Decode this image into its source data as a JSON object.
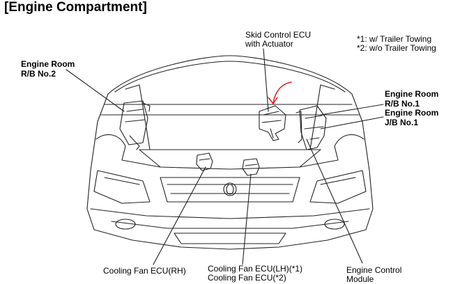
{
  "title": "[Engine Compartment]",
  "notes": {
    "note1": "*1: w/ Trailer Towing",
    "note2": "*2: w/o Trailer Towing"
  },
  "labels": {
    "skid_control_line1": "Skid Control ECU",
    "skid_control_line2": "with Actuator",
    "engine_room_rb2_line1": "Engine Room",
    "engine_room_rb2_line2": "R/B No.2",
    "engine_room_rb1_line1": "Engine Room",
    "engine_room_rb1_line2": "R/B No.1",
    "engine_room_jb1_line1": "Engine Room",
    "engine_room_jb1_line2": "J/B No.1",
    "cooling_fan_rh": "Cooling Fan ECU(RH)",
    "cooling_fan_lh_line1": "Cooling Fan ECU(LH)(*1)",
    "cooling_fan_lh_line2": "Cooling Fan ECU(*2)",
    "ecm_line1": "Engine Control",
    "ecm_line2": "Module"
  },
  "colors": {
    "line": "#222222",
    "highlight_arrow": "#e0201b"
  }
}
